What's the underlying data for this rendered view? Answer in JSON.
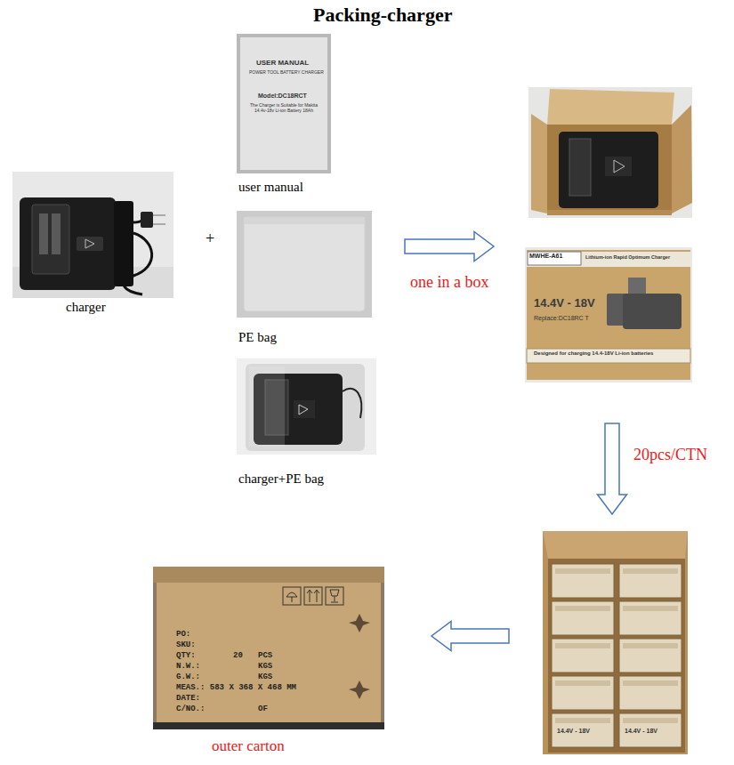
{
  "diagram": {
    "title": "Packing-charger",
    "nodes": [
      {
        "text": [
          "charger"
        ]
      },
      {
        "text": [
          "user manual"
        ]
      },
      {
        "text": [
          "PE bag"
        ]
      },
      {
        "text": [
          "charger+PE bag"
        ]
      },
      {
        "text": [
          "MWHE-A61",
          "Lithium-ion Rapid Optimum Charger",
          "14.4V - 18V",
          "Replace:DC18RC T",
          "Designed for charging 14.4-18V Li-ion batteries"
        ]
      },
      {
        "text": [
          "14.4V - 18V",
          "14.4V - 18V"
        ]
      },
      {
        "text": [
          "outer carton"
        ]
      }
    ],
    "edges": [
      {
        "from": 2,
        "to": 4,
        "arrow": "to",
        "label": "one in a box"
      },
      {
        "from": 4,
        "to": 5,
        "arrow": "to",
        "label": "20pcs/CTN"
      },
      {
        "from": 5,
        "to": 6,
        "arrow": "to"
      }
    ],
    "labels": [
      "+",
      "USER MANUAL",
      "POWER TOOL BATTERY CHARGER",
      "Model:DC18RCT",
      "The Charger is Suitable for Makita 14.4v-18v Li-ion Battery 18Ah",
      "PO:",
      "SKU:",
      "QTY:",
      "20",
      "PCS",
      "N.W.:",
      "KGS",
      "G.W.:",
      "KGS",
      "MEAS.: 583 X 368 X 468 MM",
      "DATE:",
      "C/NO.:",
      "OF"
    ]
  }
}
